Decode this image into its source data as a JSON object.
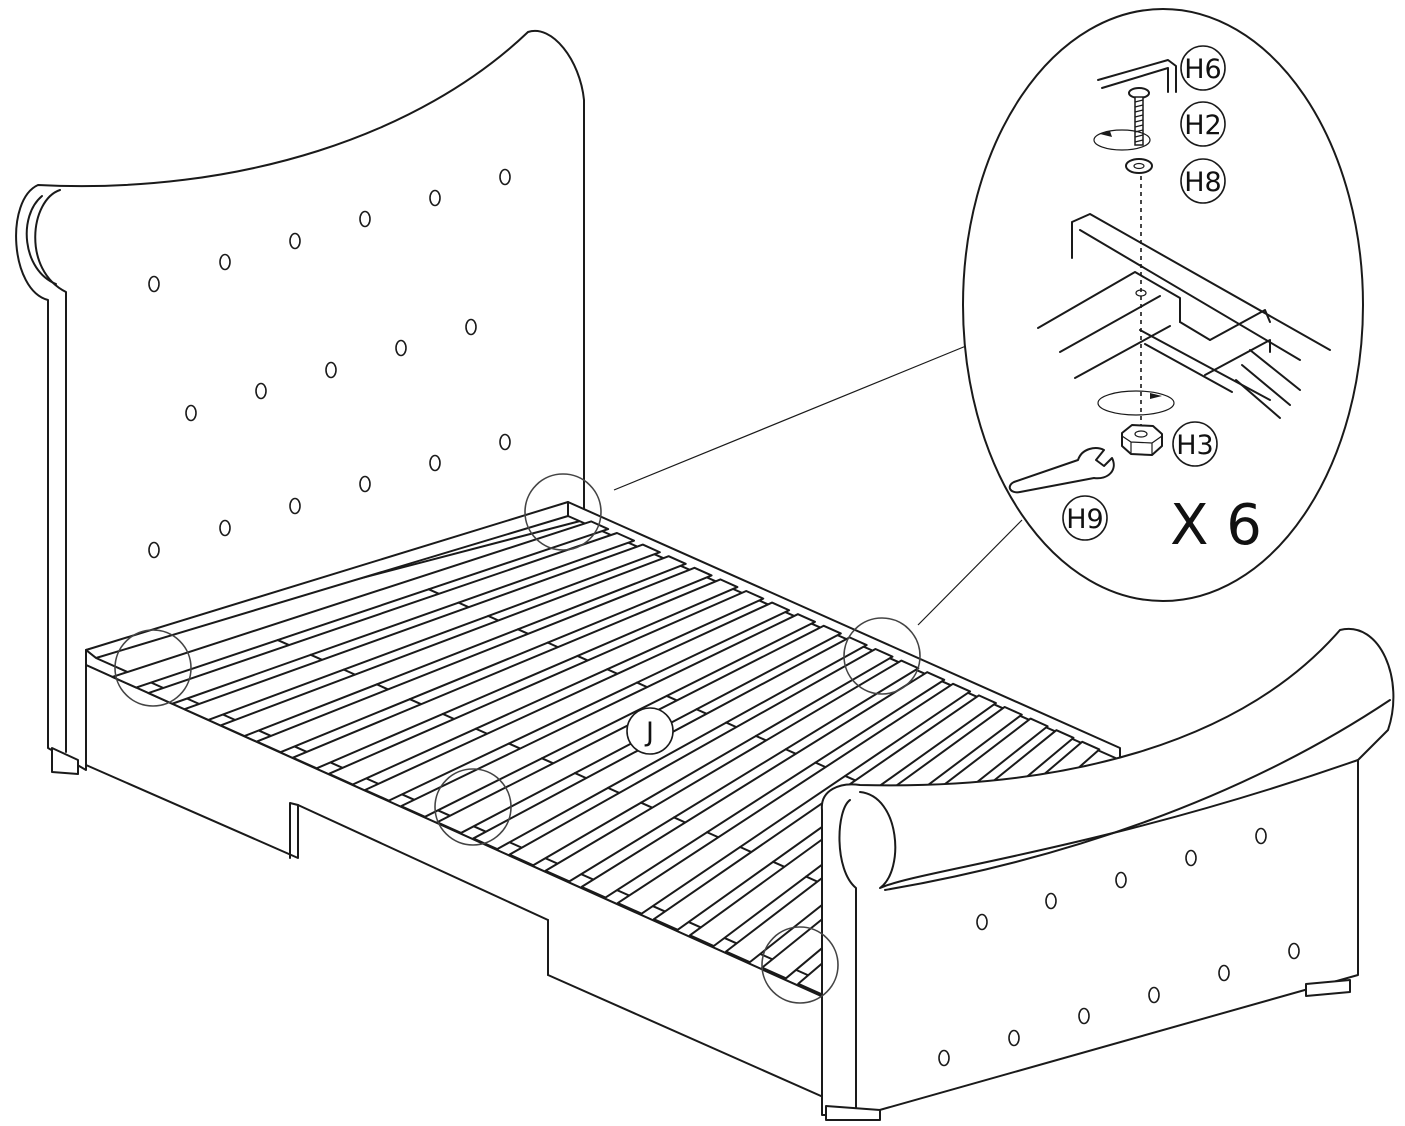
{
  "labels": {
    "slats": "J",
    "allen_key": "H6",
    "bolt": "H2",
    "washer": "H8",
    "nut": "H3",
    "wrench": "H9"
  },
  "quantity": "X 6"
}
